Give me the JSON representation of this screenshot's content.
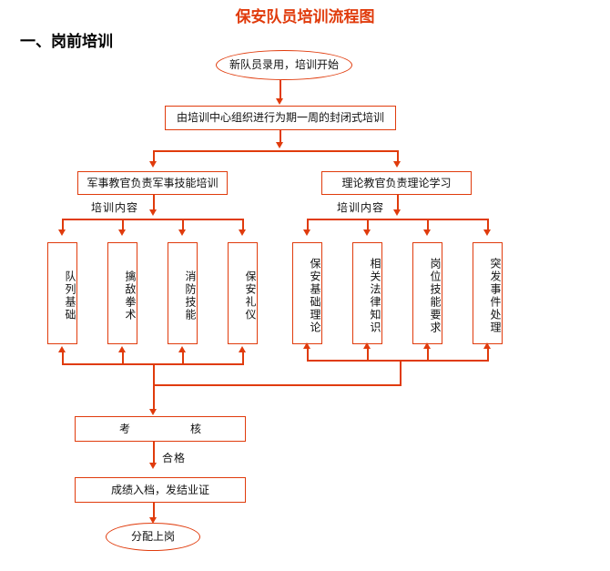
{
  "document": {
    "title": "保安队员培训流程图",
    "section_heading": "一、岗前培训"
  },
  "colors": {
    "accent": "#e03b0c",
    "title": "#e03b0c",
    "text": "#111111",
    "background": "#ffffff"
  },
  "flowchart": {
    "type": "flowchart",
    "start_node": {
      "label": "新队员录用，培训开始",
      "shape": "oval"
    },
    "process_main": {
      "label": "由培训中心组织进行为期一周的封闭式培训",
      "shape": "rect"
    },
    "branches": [
      {
        "header": "军事教官负责军事技能培训",
        "content_label": "培训内容",
        "items": [
          "队列基础",
          "擒敌拳术",
          "消防技能",
          "保安礼仪"
        ]
      },
      {
        "header": "理论教官负责理论学习",
        "content_label": "培训内容",
        "items": [
          "保安基础理论",
          "相关法律知识",
          "岗位技能要求",
          "突发事件处理"
        ]
      }
    ],
    "assessment": {
      "label": "考　　核",
      "shape": "rect"
    },
    "pass_label": "合格",
    "record": {
      "label": "成绩入档，发结业证",
      "shape": "rect"
    },
    "end_node": {
      "label": "分配上岗",
      "shape": "oval"
    }
  }
}
